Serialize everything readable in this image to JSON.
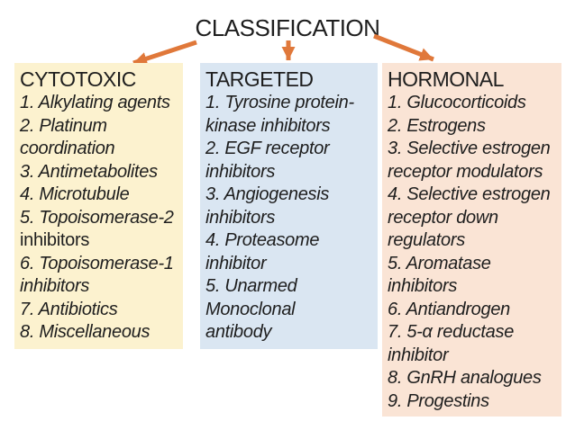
{
  "title": "CLASSIFICATION",
  "colors": {
    "arrow": "#E0783A",
    "text": "#1E1E1E",
    "cytotoxic_bg": "#FCF2CF",
    "targeted_bg": "#DAE6F2",
    "hormonal_bg": "#FAE4D5"
  },
  "columns": [
    {
      "id": "cytotoxic",
      "header": "CYTOTOXIC",
      "lines": [
        {
          "text": "1. Alkylating agents",
          "italic": true
        },
        {
          "text": "2. Platinum",
          "italic": true
        },
        {
          "text": "coordination",
          "italic": true
        },
        {
          "text": "3. Antimetabolites",
          "italic": true
        },
        {
          "text": "4. Microtubule",
          "italic": true
        },
        {
          "text": "5. Topoisomerase-2",
          "italic": true
        },
        {
          "text": "inhibitors",
          "italic": false
        },
        {
          "text": "6. Topoisomerase-1",
          "italic": true
        },
        {
          "text": "inhibitors",
          "italic": true
        },
        {
          "text": "7. Antibiotics",
          "italic": true
        },
        {
          "text": "8. Miscellaneous",
          "italic": true
        }
      ]
    },
    {
      "id": "targeted",
      "header": "TARGETED",
      "lines": [
        {
          "text": "1. Tyrosine protein-",
          "italic": true
        },
        {
          "text": "kinase inhibitors",
          "italic": true
        },
        {
          "text": "2. EGF receptor",
          "italic": true
        },
        {
          "text": "inhibitors",
          "italic": true
        },
        {
          "text": "3. Angiogenesis",
          "italic": true
        },
        {
          "text": "inhibitors",
          "italic": true
        },
        {
          "text": "4. Proteasome",
          "italic": true
        },
        {
          "text": "inhibitor",
          "italic": true
        },
        {
          "text": "5. Unarmed",
          "italic": true
        },
        {
          "text": "Monoclonal",
          "italic": true
        },
        {
          "text": "antibody",
          "italic": true
        }
      ]
    },
    {
      "id": "hormonal",
      "header": "HORMONAL",
      "lines": [
        {
          "text": "1. Glucocorticoids",
          "italic": true
        },
        {
          "text": "2. Estrogens",
          "italic": true
        },
        {
          "text": "3. Selective estrogen",
          "italic": true
        },
        {
          "text": "receptor modulators",
          "italic": true
        },
        {
          "text": "4. Selective estrogen",
          "italic": true
        },
        {
          "text": "receptor down",
          "italic": true
        },
        {
          "text": "regulators",
          "italic": true
        },
        {
          "text": "5. Aromatase",
          "italic": true
        },
        {
          "text": "inhibitors",
          "italic": true
        },
        {
          "text": "6. Antiandrogen",
          "italic": true
        },
        {
          "text": "7. 5-α reductase",
          "italic": true
        },
        {
          "text": "inhibitor",
          "italic": true
        },
        {
          "text": "8. GnRH analogues",
          "italic": true
        },
        {
          "text": "9. Progestins",
          "italic": true
        }
      ]
    }
  ]
}
